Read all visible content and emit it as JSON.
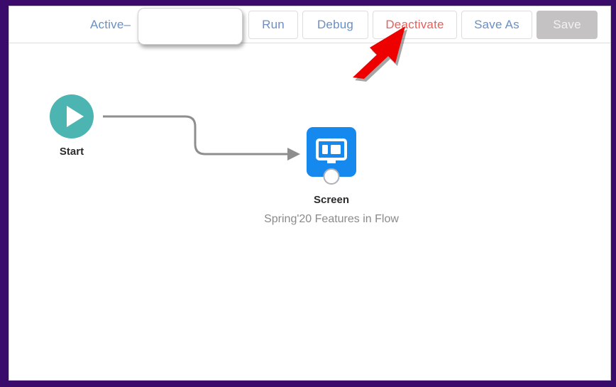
{
  "window": {
    "frame_color": "#3B0B6B",
    "background": "#ffffff"
  },
  "toolbar": {
    "status_label": "Active–",
    "status_color": "#6a8fc4",
    "popover_value": "",
    "buttons": [
      {
        "label": "Run",
        "state": "enabled",
        "text_color": "#6a8fc4"
      },
      {
        "label": "Debug",
        "state": "enabled",
        "text_color": "#6a8fc4"
      },
      {
        "label": "Deactivate",
        "state": "enabled",
        "text_color": "#e8605a"
      },
      {
        "label": "Save As",
        "state": "enabled",
        "text_color": "#6a8fc4"
      },
      {
        "label": "Save",
        "state": "disabled",
        "text_color": "#f2f2f2"
      }
    ]
  },
  "canvas": {
    "start_node": {
      "label": "Start",
      "icon": "play-icon",
      "color": "#4db5b1"
    },
    "screen_node": {
      "title": "Screen",
      "subtitle": "Spring'20 Features in Flow",
      "icon": "screen-monitor-icon",
      "color": "#1589ee"
    },
    "connector": {
      "style": "elbow-curve",
      "color": "#8e8e8e",
      "arrowhead": true
    }
  },
  "annotation": {
    "arrow": {
      "color": "#ee0000",
      "points_to": "Deactivate",
      "direction": "up-right"
    }
  }
}
